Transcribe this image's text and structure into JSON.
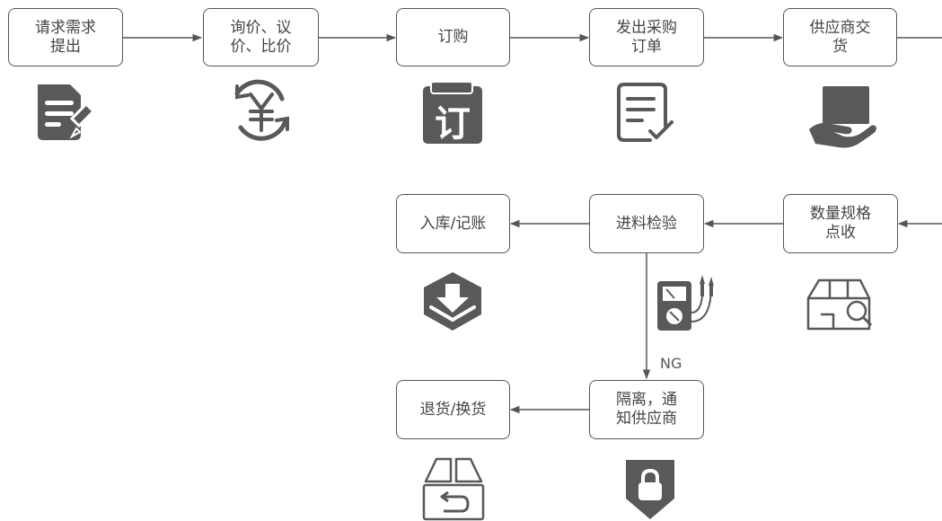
{
  "colors": {
    "icon": "#595959",
    "line": "#555555",
    "border": "#555555",
    "text": "#444444"
  },
  "nodes": {
    "request": "请求需求\n提出",
    "inquiry": "询价、议\n价、比价",
    "order": "订购",
    "issue_po": "发出采购\n订单",
    "delivery": "供应商交\n货",
    "receive": "数量规格\n点收",
    "inspect": "进料检验",
    "stock": "入库/记账",
    "isolate": "隔离，通\n知供应商",
    "return": "退货/换货"
  },
  "edge_labels": {
    "ng": "NG"
  },
  "icons": {
    "request": "document-edit-icon",
    "inquiry": "yen-exchange-icon",
    "order": "order-ding-icon",
    "issue_po": "checklist-icon",
    "delivery": "hand-package-icon",
    "receive": "box-search-icon",
    "inspect": "multimeter-icon",
    "stock": "inbound-download-icon",
    "isolate": "lock-shield-icon",
    "return": "return-box-icon"
  }
}
